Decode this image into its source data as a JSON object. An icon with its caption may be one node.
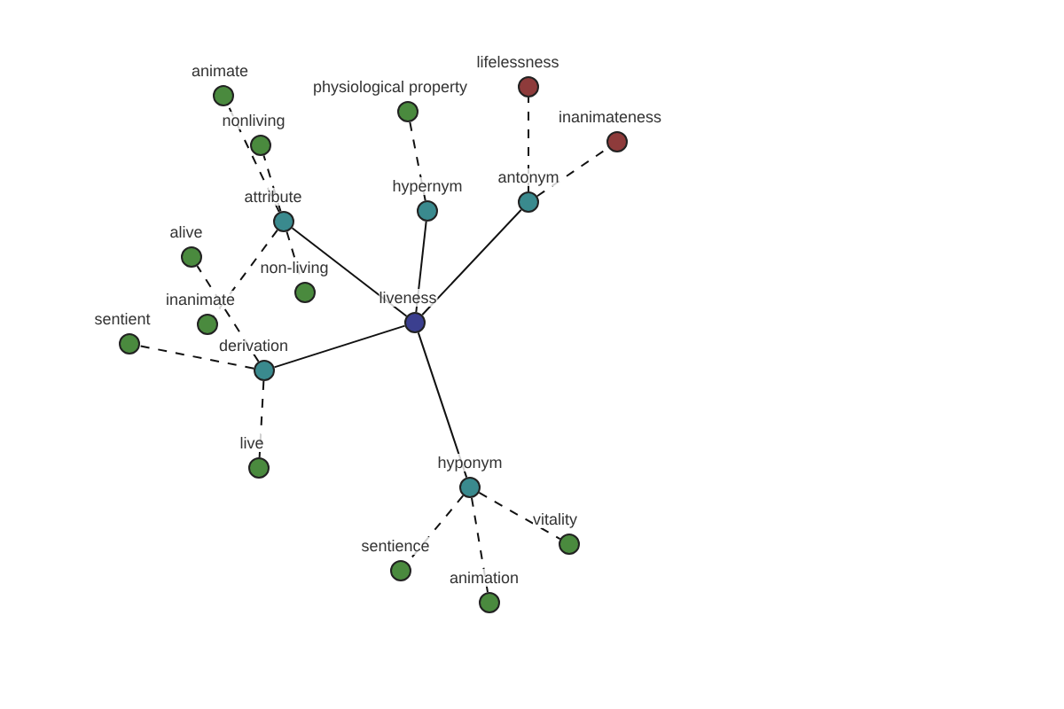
{
  "diagram": {
    "nodes": [
      {
        "text": [
          "liveness"
        ]
      },
      {
        "text": [
          "attribute"
        ]
      },
      {
        "text": [
          "hypernym"
        ]
      },
      {
        "text": [
          "antonym"
        ]
      },
      {
        "text": [
          "derivation"
        ]
      },
      {
        "text": [
          "hyponym"
        ]
      },
      {
        "text": [
          "animate"
        ]
      },
      {
        "text": [
          "nonliving"
        ]
      },
      {
        "text": [
          "physiological property"
        ]
      },
      {
        "text": [
          "lifelessness"
        ]
      },
      {
        "text": [
          "inanimateness"
        ]
      },
      {
        "text": [
          "alive"
        ]
      },
      {
        "text": [
          "non-living"
        ]
      },
      {
        "text": [
          "inanimate"
        ]
      },
      {
        "text": [
          "sentient"
        ]
      },
      {
        "text": [
          "live"
        ]
      },
      {
        "text": [
          "sentience"
        ]
      },
      {
        "text": [
          "animation"
        ]
      },
      {
        "text": [
          "vitality"
        ]
      }
    ],
    "edges": [
      {
        "from": 0,
        "to": 1,
        "arrow": "none"
      },
      {
        "from": 0,
        "to": 2,
        "arrow": "none"
      },
      {
        "from": 0,
        "to": 3,
        "arrow": "none"
      },
      {
        "from": 0,
        "to": 4,
        "arrow": "none"
      },
      {
        "from": 0,
        "to": 5,
        "arrow": "none"
      },
      {
        "from": 1,
        "to": 6,
        "arrow": "none",
        "style": "dashed"
      },
      {
        "from": 1,
        "to": 7,
        "arrow": "none",
        "style": "dashed"
      },
      {
        "from": 1,
        "to": 12,
        "arrow": "none",
        "style": "dashed"
      },
      {
        "from": 1,
        "to": 13,
        "arrow": "none",
        "style": "dashed"
      },
      {
        "from": 2,
        "to": 8,
        "arrow": "none",
        "style": "dashed"
      },
      {
        "from": 3,
        "to": 9,
        "arrow": "none",
        "style": "dashed"
      },
      {
        "from": 3,
        "to": 10,
        "arrow": "none",
        "style": "dashed"
      },
      {
        "from": 4,
        "to": 11,
        "arrow": "none",
        "style": "dashed"
      },
      {
        "from": 4,
        "to": 14,
        "arrow": "none",
        "style": "dashed"
      },
      {
        "from": 4,
        "to": 15,
        "arrow": "none",
        "style": "dashed"
      },
      {
        "from": 5,
        "to": 16,
        "arrow": "none",
        "style": "dashed"
      },
      {
        "from": 5,
        "to": 17,
        "arrow": "none",
        "style": "dashed"
      },
      {
        "from": 5,
        "to": 18,
        "arrow": "none",
        "style": "dashed"
      }
    ]
  }
}
